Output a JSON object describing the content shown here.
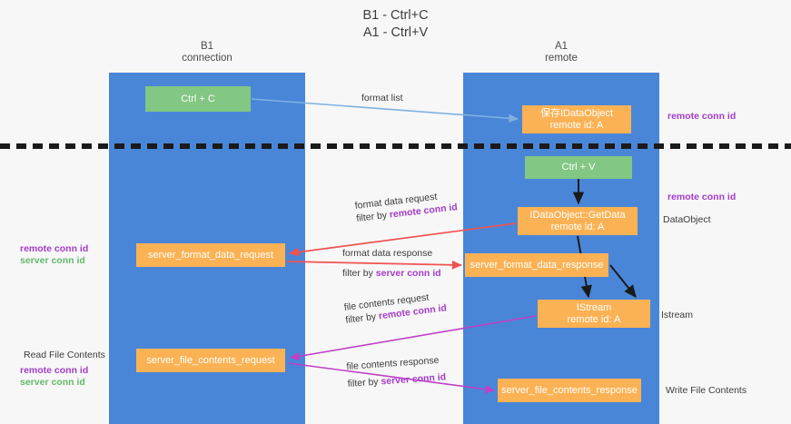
{
  "title": {
    "line1": "B1 - Ctrl+C",
    "line2": "A1 - Ctrl+V"
  },
  "lanes": [
    {
      "name": "b1",
      "title": "B1",
      "subtitle": "connection",
      "color": "#4a86d8"
    },
    {
      "name": "a1",
      "title": "A1",
      "subtitle": "remote",
      "color": "#4a86d8"
    }
  ],
  "nodes": {
    "ctrl_c": {
      "label": "Ctrl + C",
      "color": "#82c783"
    },
    "idataobject": {
      "line1": "保存IDataObject",
      "line2": "remote id: A",
      "color": "#fbb254"
    },
    "ctrl_v": {
      "label": "Ctrl + V",
      "color": "#82c783"
    },
    "getdata": {
      "line1": "IDataObject::GetData",
      "line2": "remote id: A",
      "color": "#fbb254"
    },
    "server_format_data_request": {
      "label": "server_format_data_request",
      "color": "#fbb254"
    },
    "server_format_data_response": {
      "label": "server_format_data_response",
      "color": "#fbb254"
    },
    "istream": {
      "line1": "IStream",
      "line2": "remote id: A",
      "color": "#fbb254"
    },
    "server_file_contents_request": {
      "label": "server_file_contents_request",
      "color": "#fbb254"
    },
    "server_file_contents_response": {
      "label": "server_file_contents_response",
      "color": "#fbb254"
    }
  },
  "edge_captions": {
    "format_list": {
      "text": "format list"
    },
    "format_data_request": {
      "line1": "format data request",
      "filter_prefix": "filter by ",
      "filter_key": "remote conn id"
    },
    "format_data_response": {
      "line1": "format data response",
      "filter_prefix": "filter by ",
      "filter_key": "server conn id"
    },
    "file_contents_request": {
      "line1": "file contents request",
      "filter_prefix": "filter by ",
      "filter_key": "remote conn id"
    },
    "file_contents_response": {
      "line1": "file contents response",
      "filter_prefix": "filter by ",
      "filter_key": "server conn id"
    }
  },
  "annotations": {
    "right_remote_conn_id_top": "remote conn id",
    "right_remote_conn_id_mid": "remote conn id",
    "right_dataobject": "DataObject",
    "right_istream": "Istream",
    "right_write_file_contents": "Write File Contents",
    "left_remote_conn_id_top": "remote conn id",
    "left_server_conn_id_top": "server conn id",
    "left_read_file_contents": "Read File Contents",
    "left_remote_conn_id_bottom": "remote conn id",
    "left_server_conn_id_bottom": "server conn id"
  },
  "colors": {
    "lane": "#4a86d8",
    "green_node": "#82c783",
    "orange_node": "#fbb254",
    "purple_text": "#a43cc8",
    "green_text": "#63ba6b",
    "arrow_lightblue": "#7fb1e0",
    "arrow_red": "#ef5350",
    "arrow_magenta": "#c040c8",
    "arrow_black": "#1a1a1a",
    "divider": "#1a1a1a",
    "background": "#f7f7f7"
  }
}
